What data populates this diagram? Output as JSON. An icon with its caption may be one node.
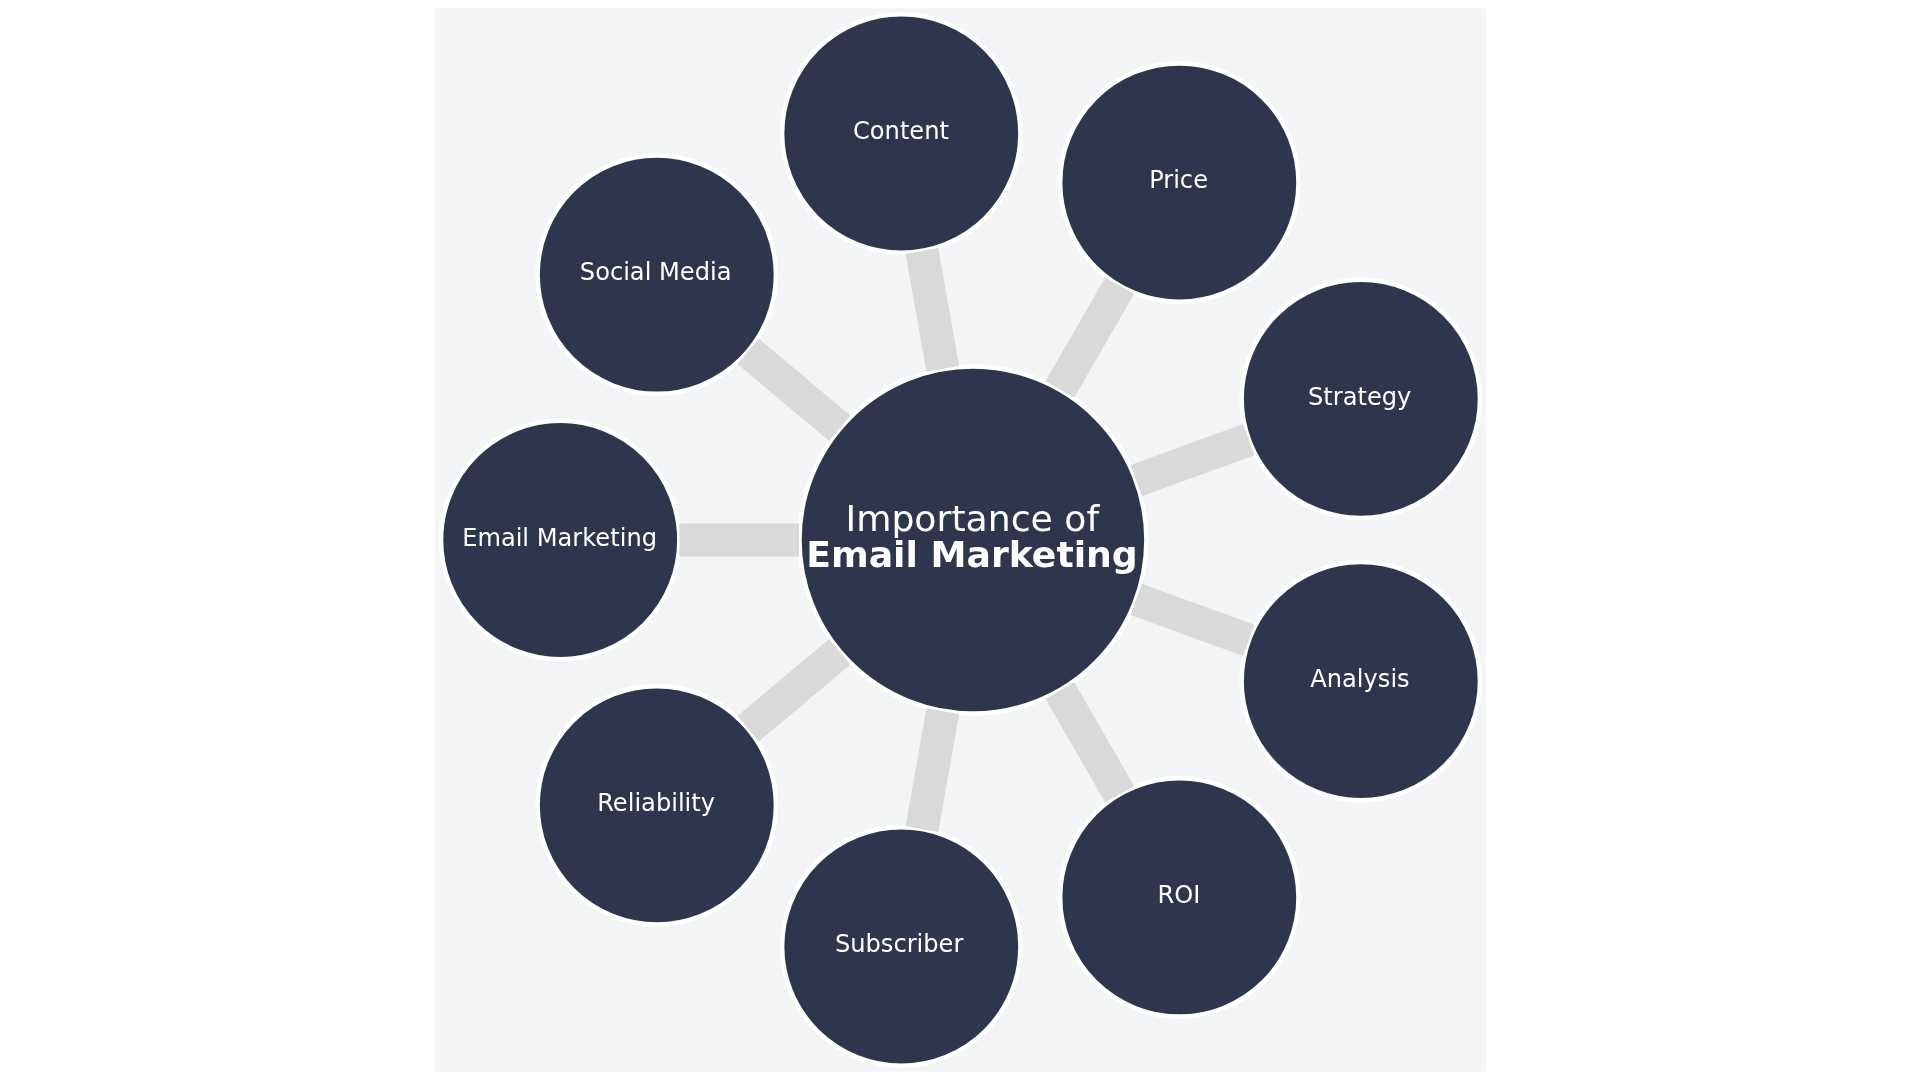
{
  "diagram": {
    "nodes": [
      {
        "text": [
          "Importance of",
          "Email Marketing"
        ]
      },
      {
        "text": [
          "Strategy"
        ]
      },
      {
        "text": [
          "Price"
        ]
      },
      {
        "text": [
          "Content"
        ]
      },
      {
        "text": [
          "Social Media"
        ]
      },
      {
        "text": [
          "Email Marketing"
        ]
      },
      {
        "text": [
          "Reliability"
        ]
      },
      {
        "text": [
          "Subscriber"
        ]
      },
      {
        "text": [
          "ROI"
        ]
      },
      {
        "text": [
          "Analysis"
        ]
      }
    ],
    "edges": [
      {
        "from": 0,
        "to": 1,
        "arrow": "none"
      },
      {
        "from": 0,
        "to": 2,
        "arrow": "none"
      },
      {
        "from": 0,
        "to": 3,
        "arrow": "none"
      },
      {
        "from": 0,
        "to": 4,
        "arrow": "none"
      },
      {
        "from": 0,
        "to": 5,
        "arrow": "none"
      },
      {
        "from": 0,
        "to": 6,
        "arrow": "none"
      },
      {
        "from": 0,
        "to": 7,
        "arrow": "none"
      },
      {
        "from": 0,
        "to": 8,
        "arrow": "none"
      },
      {
        "from": 0,
        "to": 9,
        "arrow": "none"
      }
    ]
  }
}
